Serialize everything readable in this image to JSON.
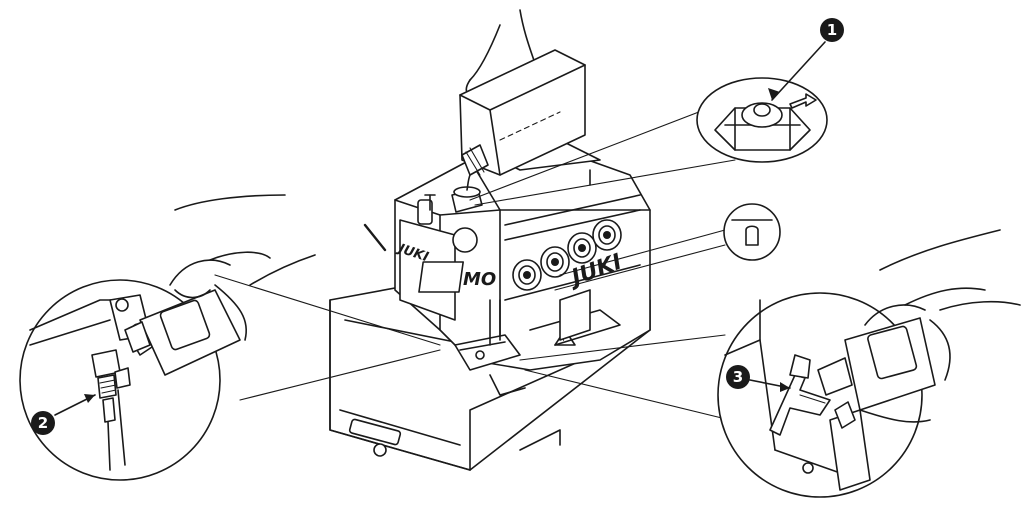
{
  "callouts": [
    {
      "id": "1",
      "label": "1"
    },
    {
      "id": "2",
      "label": "2"
    },
    {
      "id": "3",
      "label": "3"
    }
  ],
  "brand": {
    "front": "JUKI",
    "side": "JUKI",
    "model_badge": "MO"
  },
  "colors": {
    "line": "#1a1a1a",
    "paper": "#ffffff"
  }
}
